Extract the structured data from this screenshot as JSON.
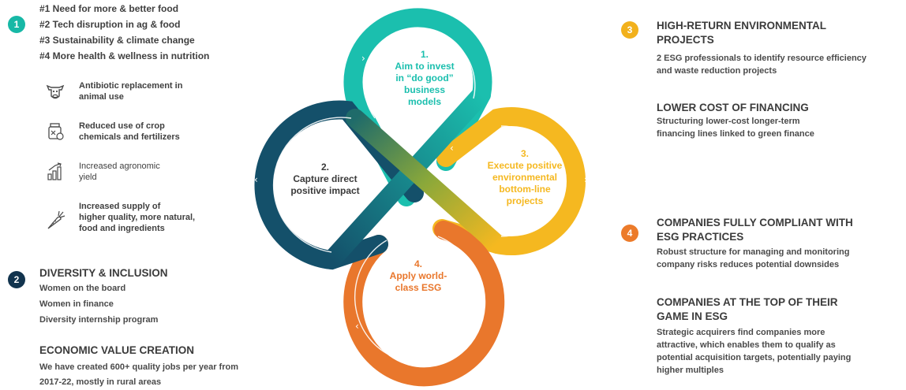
{
  "left": {
    "badge1": "1",
    "priorities": [
      "#1 Need for more & better food",
      "#2 Tech disruption in ag & food",
      "#3 Sustainability & climate change",
      "#4 More health & wellness in nutrition"
    ],
    "impacts": [
      {
        "icon": "cow-icon",
        "line1": "Antibiotic replacement in",
        "line2": "animal use"
      },
      {
        "icon": "chemical-jar-icon",
        "line1": "Reduced use of crop",
        "line2": "chemicals and fertilizers"
      },
      {
        "icon": "growth-bars-icon",
        "line1": "Increased agronomic",
        "line2": "yield"
      },
      {
        "icon": "carrot-icon",
        "line1": "Increased supply of",
        "line2": "higher quality, more natural,",
        "line3": "food and ingredients"
      }
    ],
    "badge2": "2",
    "diversity": {
      "title": "DIVERSITY & INCLUSION",
      "items": [
        "Women on the board",
        "Women in finance",
        "Diversity internship program"
      ]
    },
    "economic": {
      "title": "ECONOMIC VALUE CREATION",
      "line1": "We have created 600+ quality jobs per year from",
      "line2": "2017-22, mostly in rural areas"
    }
  },
  "center": {
    "loop1": {
      "num": "1.",
      "l1": "Aim to invest",
      "l2": "in “do good”",
      "l3": "business",
      "l4": "models"
    },
    "loop2": {
      "num": "2.",
      "l1": "Capture direct",
      "l2": "positive impact"
    },
    "loop3": {
      "num": "3.",
      "l1": "Execute positive",
      "l2": "environmental",
      "l3": "bottom-line",
      "l4": "projects"
    },
    "loop4": {
      "num": "4.",
      "l1": "Apply world-",
      "l2": "class ESG"
    },
    "colors": {
      "teal": "#1bbfae",
      "navy": "#14506a",
      "yellow": "#f5b820",
      "orange": "#e9772c"
    }
  },
  "right": {
    "badge3": "3",
    "s1": {
      "title1": "HIGH-RETURN ENVIRONMENTAL",
      "title2": "PROJECTS",
      "line1": "2 ESG professionals to identify resource efficiency",
      "line2": "and waste reduction projects"
    },
    "s2": {
      "title": "LOWER COST OF FINANCING",
      "line1": "Structuring lower-cost longer-term",
      "line2": "financing lines linked to green finance"
    },
    "badge4": "4",
    "s3": {
      "title1": "COMPANIES FULLY COMPLIANT WITH",
      "title2": "ESG PRACTICES",
      "line1": "Robust structure for managing and monitoring",
      "line2": "company risks reduces potential downsides"
    },
    "s4": {
      "title1": "COMPANIES AT THE TOP OF THEIR",
      "title2": "GAME IN ESG",
      "line1": "Strategic acquirers find companies more",
      "line2": "attractive, which enables them to qualify as",
      "line3": "potential acquisition targets, potentially paying",
      "line4": "higher multiples"
    }
  }
}
